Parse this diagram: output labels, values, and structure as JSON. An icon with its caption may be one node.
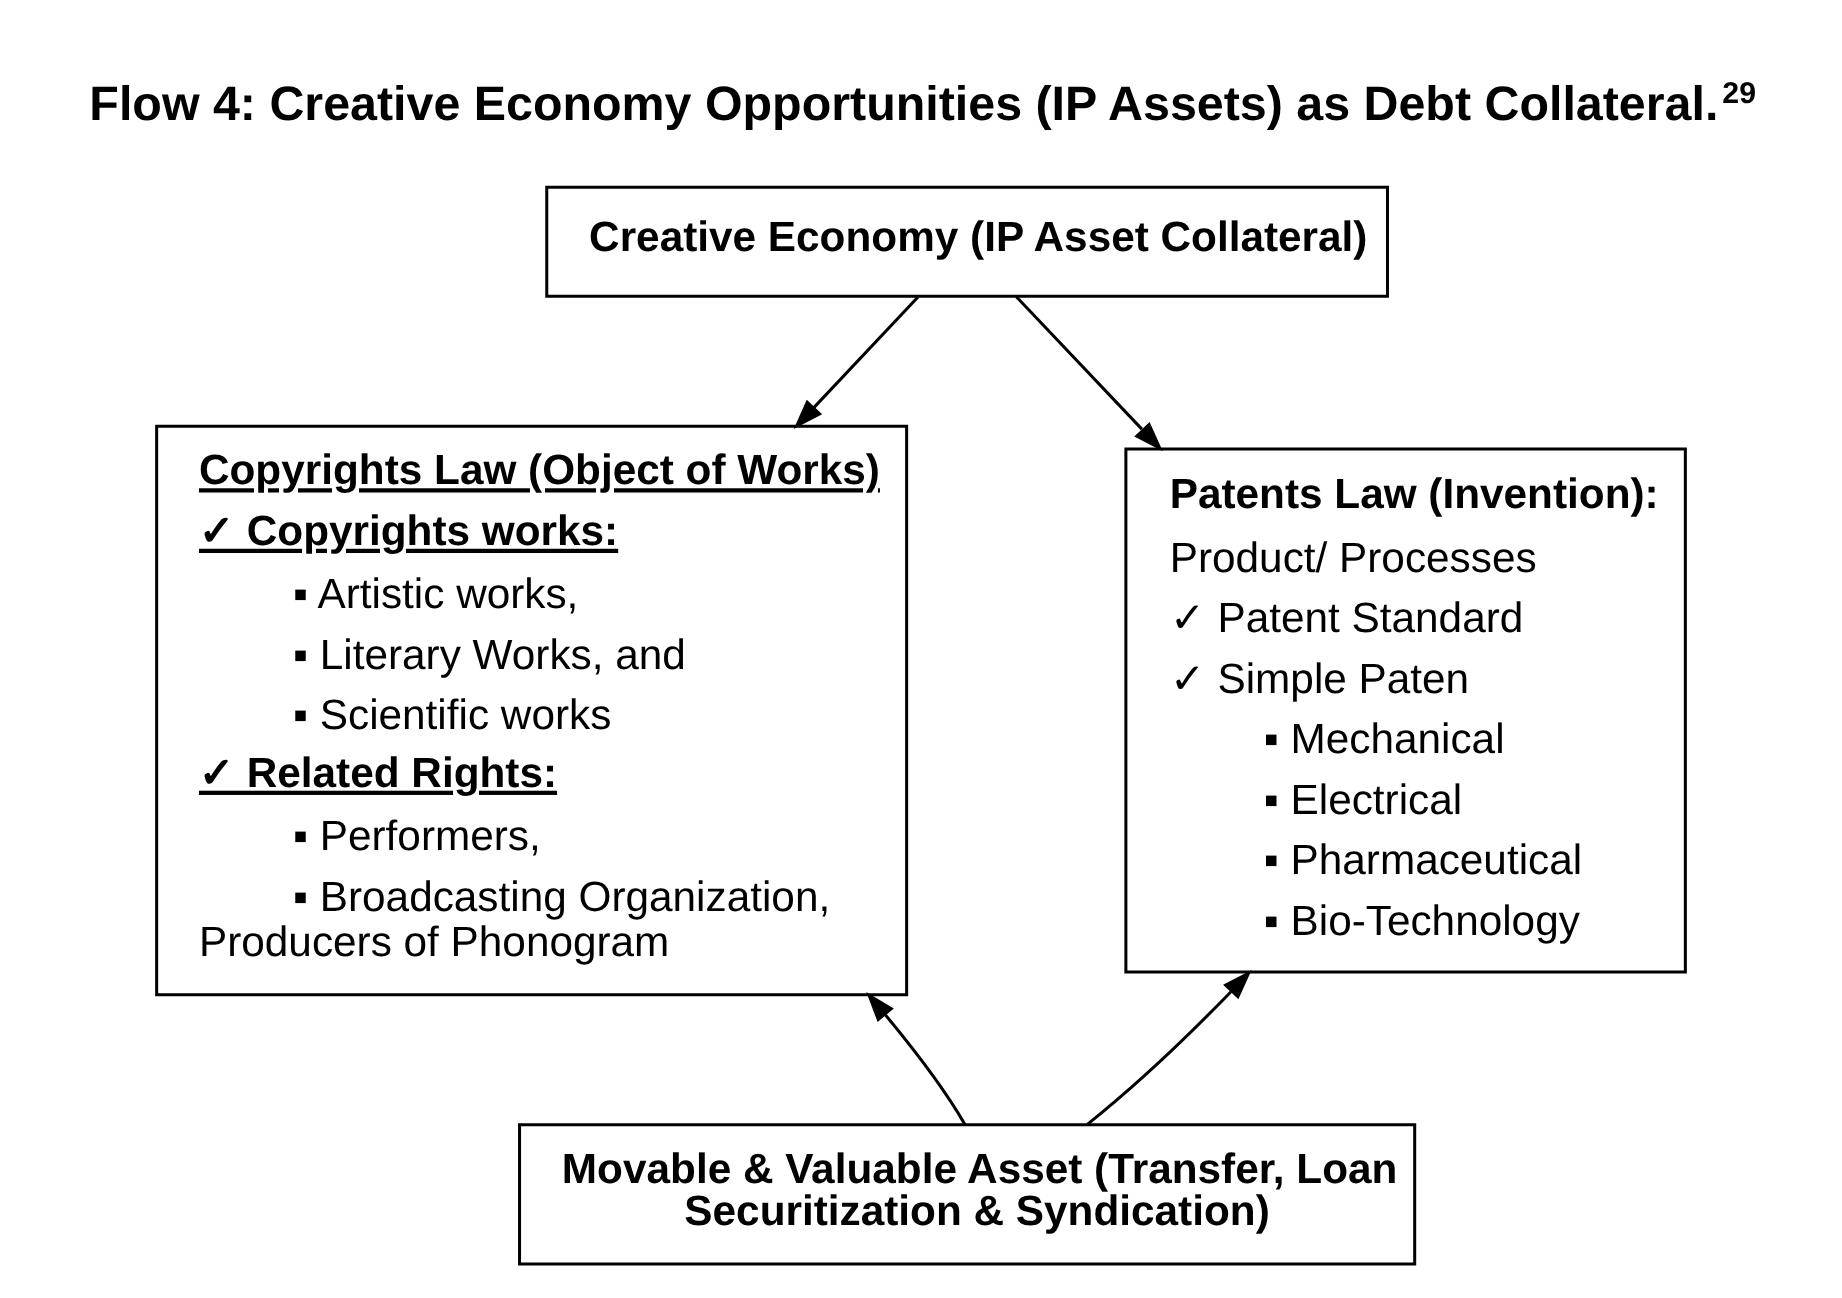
{
  "diagram": {
    "title": "Flow 4: Creative Economy Opportunities (IP Assets) as Debt Collateral.$^{29}$",
    "nodes": [
      {
        "text": [
          "Creative Economy (IP Asset Collateral)"
        ]
      },
      {
        "text": [
          "Copyrights Law (Object of Works)",
          "✓ Copyrights works:",
          "▪ Artistic works,",
          "▪ Literary Works, and",
          "▪ Scientific works",
          "✓ Related Rights:",
          "▪ Performers,",
          "▪ Broadcasting Organization, Producers of Phonogram"
        ]
      },
      {
        "text": [
          "Patents Law (Invention):",
          "Product/ Processes",
          "✓ Patent Standard",
          "✓ Simple Paten",
          "▪ Mechanical",
          "▪ Electrical",
          "▪ Pharmaceutical",
          "▪ Bio-Technology"
        ]
      },
      {
        "text": [
          "Movable & Valuable Asset (Transfer, Loan Securitization & Syndication)"
        ]
      }
    ],
    "edges": [
      {
        "from": 0,
        "to": 1,
        "arrow": "to"
      },
      {
        "from": 0,
        "to": 2,
        "arrow": "to"
      },
      {
        "from": 3,
        "to": 1,
        "arrow": "to"
      },
      {
        "from": 3,
        "to": 2,
        "arrow": "to"
      }
    ]
  }
}
